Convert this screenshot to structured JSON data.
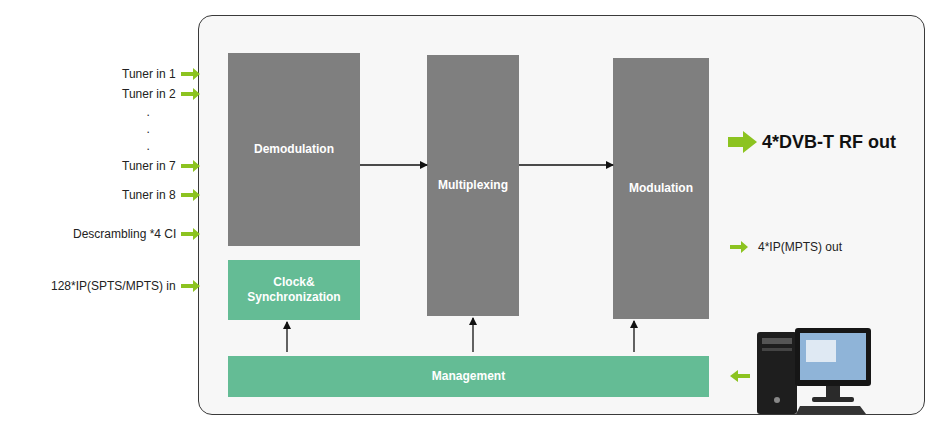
{
  "diagram": {
    "nodes": [
      {
        "text": [
          "Demodulation"
        ]
      },
      {
        "text": [
          "Clock& Synchronization"
        ]
      },
      {
        "text": [
          "Multiplexing"
        ]
      },
      {
        "text": [
          "Modulation"
        ]
      },
      {
        "text": [
          "Management"
        ]
      }
    ],
    "edges": [
      {
        "from": 0,
        "to": 2,
        "arrow": "to"
      },
      {
        "from": 2,
        "to": 3,
        "arrow": "to"
      },
      {
        "from": 4,
        "to": 1,
        "arrow": "to"
      },
      {
        "from": 4,
        "to": 2,
        "arrow": "to"
      },
      {
        "from": 4,
        "to": 3,
        "arrow": "to"
      }
    ],
    "labels": [
      "Tuner in 1",
      "Tuner in 2",
      ".",
      ".",
      ".",
      "Tuner in 7",
      "Tuner in 8",
      "Descrambling *4 CI",
      "128*IP(SPTS/MPTS) in",
      "4*DVB-T RF out",
      "4*IP(MPTS) out"
    ]
  }
}
